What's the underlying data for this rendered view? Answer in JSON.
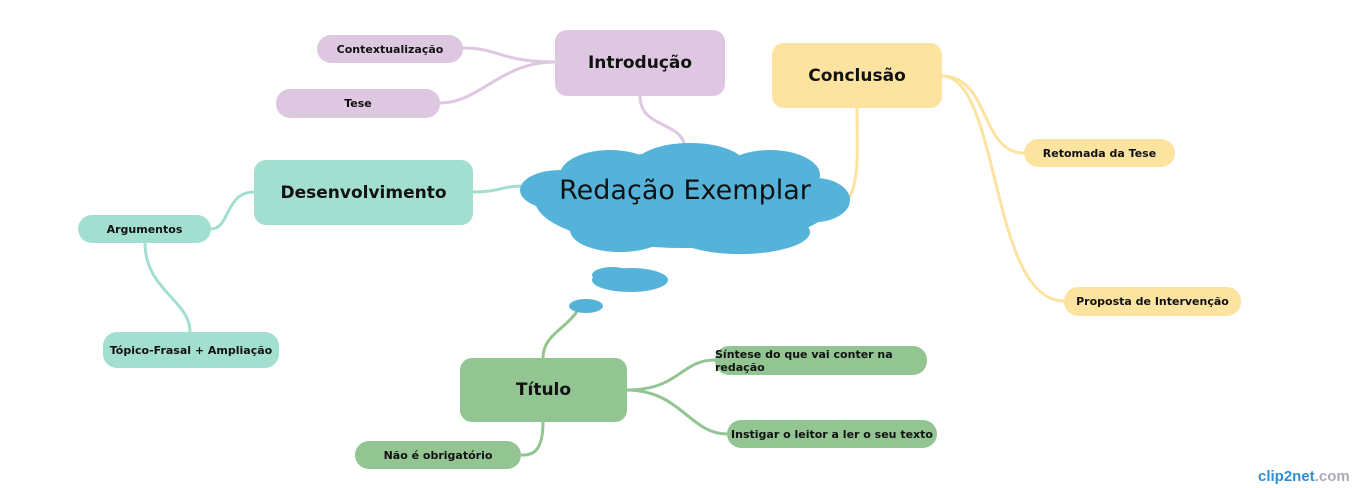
{
  "center": {
    "title": "Redação Exemplar"
  },
  "introducao": {
    "label": "Introdução",
    "children": [
      "Contextualização",
      "Tese"
    ]
  },
  "conclusao": {
    "label": "Conclusão",
    "children": [
      "Retomada da Tese",
      "Proposta de Intervenção"
    ]
  },
  "desenvolvimento": {
    "label": "Desenvolvimento",
    "children": [
      "Argumentos",
      "Tópico-Frasal + Ampliação"
    ]
  },
  "titulo": {
    "label": "Título",
    "children": [
      "Síntese do que vai conter na redação",
      "Instigar o leitor a ler o seu texto",
      "Não é obrigatório"
    ]
  },
  "watermark": {
    "brand": "clip2net",
    ".com": ".com"
  },
  "colors": {
    "introducao": "#dec7e1",
    "conclusao": "#fde3a0",
    "desenvolvimento": "#a3dfd0",
    "titulo": "#93c592",
    "center": "#55b3da"
  }
}
